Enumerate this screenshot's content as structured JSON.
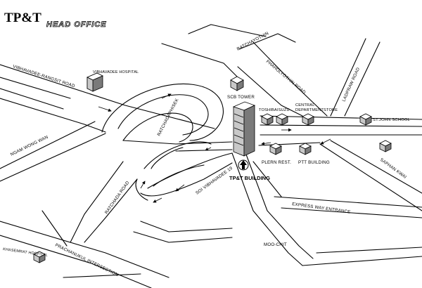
{
  "header": {
    "logo_text": "TP&T",
    "title": "HEAD OFFICE"
  },
  "roads": {
    "vibhavadee_rangsit": "VIBHAVADEE-RANGSIT ROAD",
    "ngam_wong_wan": "NGAM WONG WAN",
    "ratchadaphisek": "RATCHADAPHISEK",
    "ratchada_road": "RATCHADA ROAD",
    "ratchayothin": "RATCHAYOTHIN",
    "phaholyothin_road": "PHAHOLYOTHIN ROAD",
    "ladprao_road": "LADPRAW ROAD",
    "saphan_kwai": "SAPHAN KWAI",
    "soi_vibhavadee_19": "SOI VIBHAVADEE 19",
    "prachanukul_intersection": "PRACHANUKUL INTERSECTION",
    "express_way_entrance": "EXPRESS WAY ENTRANCE",
    "moo_chit": "MOO-CHIT"
  },
  "landmarks": {
    "vibhavadee_hospital": "VIBHAVADEE HOSPITAL",
    "scb_tower": "SCB TOWER",
    "toshiba": "TOSHIBA",
    "isuzu": "ISUZU",
    "central_department_store": "CENTRAL DEPARTMENTSTORE",
    "st_john_school": "ST.JOHN SCHOOL",
    "plern_rest": "PLERN REST.",
    "ptt_building": "PTT BUILDING",
    "tpt_building": "TP&T BUILDING",
    "kasemrat_hospital": "KHASEMRAT HOSPITAL"
  }
}
